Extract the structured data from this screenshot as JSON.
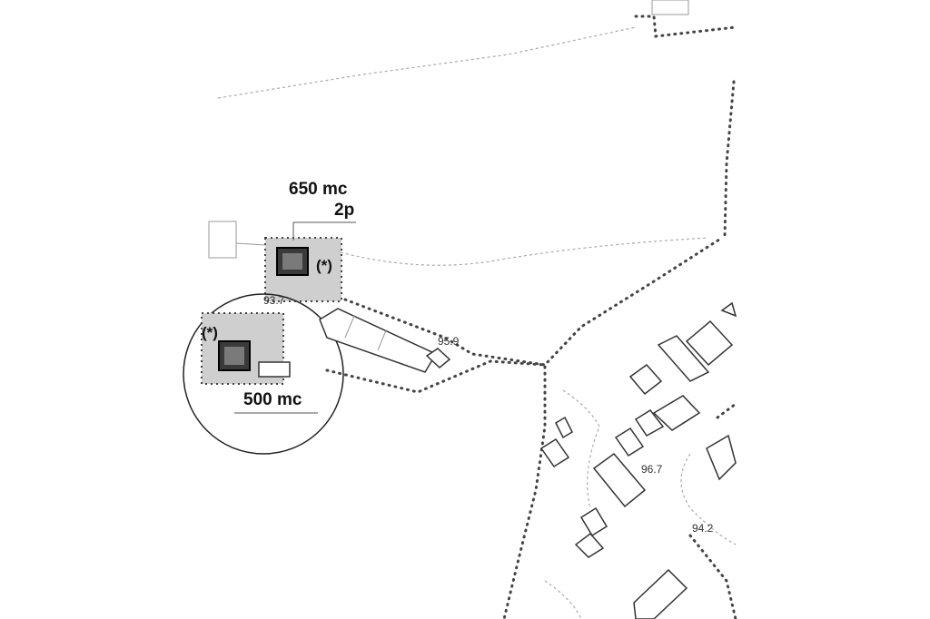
{
  "map": {
    "plot_a": {
      "area_label": "650 mc",
      "floors_label": "2p",
      "note_label": "(*)",
      "elevation_label": "93.7"
    },
    "plot_b": {
      "area_label": "500 mc",
      "note_label": "(*)"
    },
    "elevations": {
      "road": "95.9",
      "village_1": "96.7",
      "village_2": "94.2"
    },
    "colors": {
      "ink": "#111111",
      "fill_grey": "#c8c8c8",
      "dark_box": "#3a3a3a"
    }
  }
}
